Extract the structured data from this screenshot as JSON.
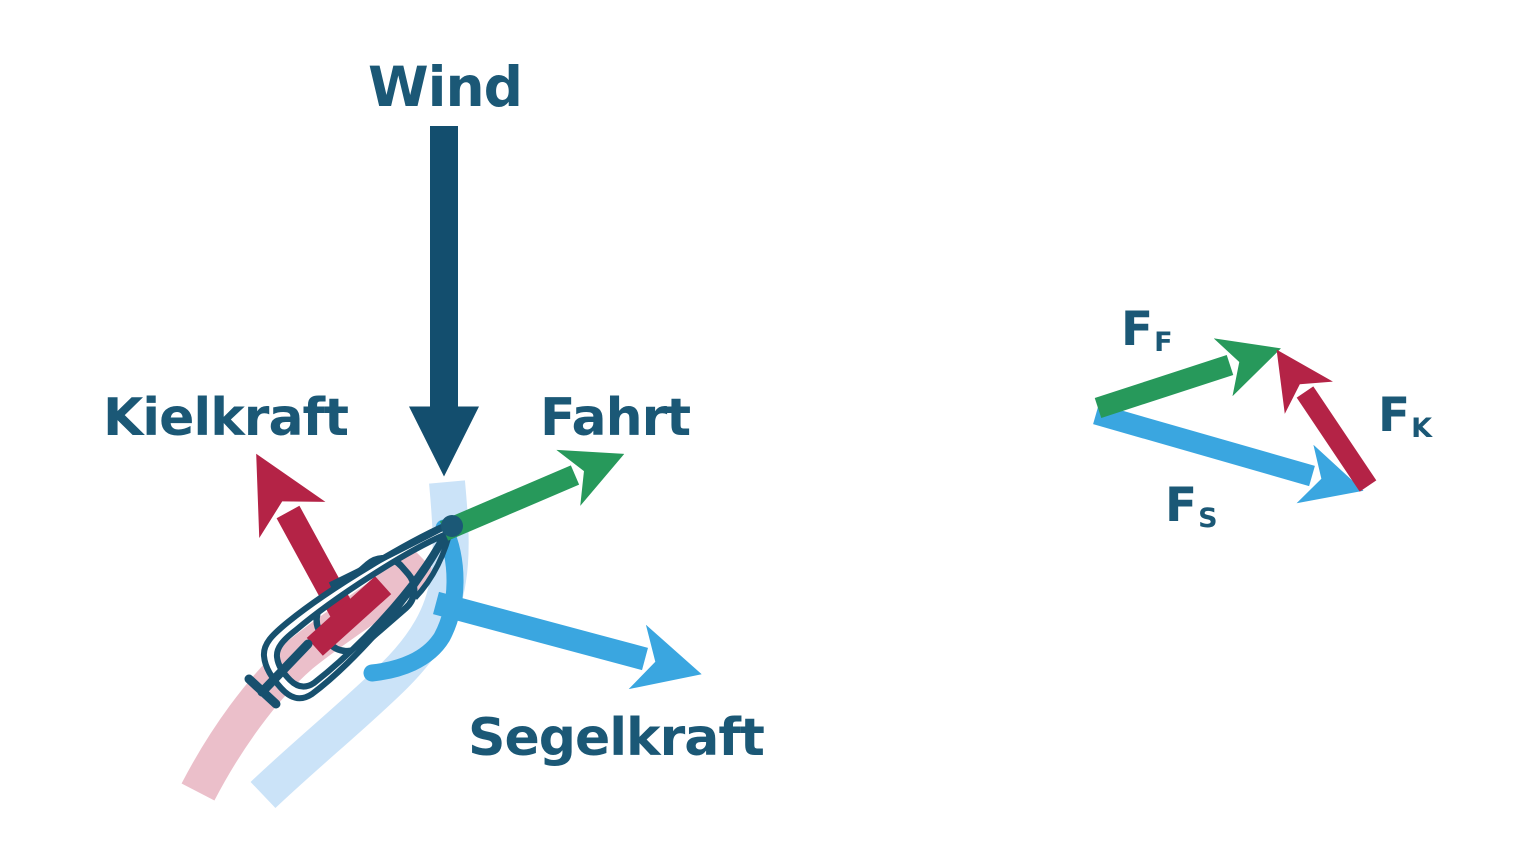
{
  "colors": {
    "text": "#1b5876",
    "wind": "#134e6e",
    "hull": "#17506e",
    "green": "#27995b",
    "red": "#b42346",
    "blue": "#3aa6e0",
    "pale_blue": "#cbe3f8",
    "pale_pink": "#ebbfca"
  },
  "left_diagram": {
    "wind_label": "Wind",
    "keel_label": "Kielkraft",
    "drive_label": "Fahrt",
    "sail_label": "Segelkraft"
  },
  "right_diagram": {
    "ff": {
      "main": "F",
      "sub": "F"
    },
    "fk": {
      "main": "F",
      "sub": "K"
    },
    "fs": {
      "main": "F",
      "sub": "S"
    }
  }
}
